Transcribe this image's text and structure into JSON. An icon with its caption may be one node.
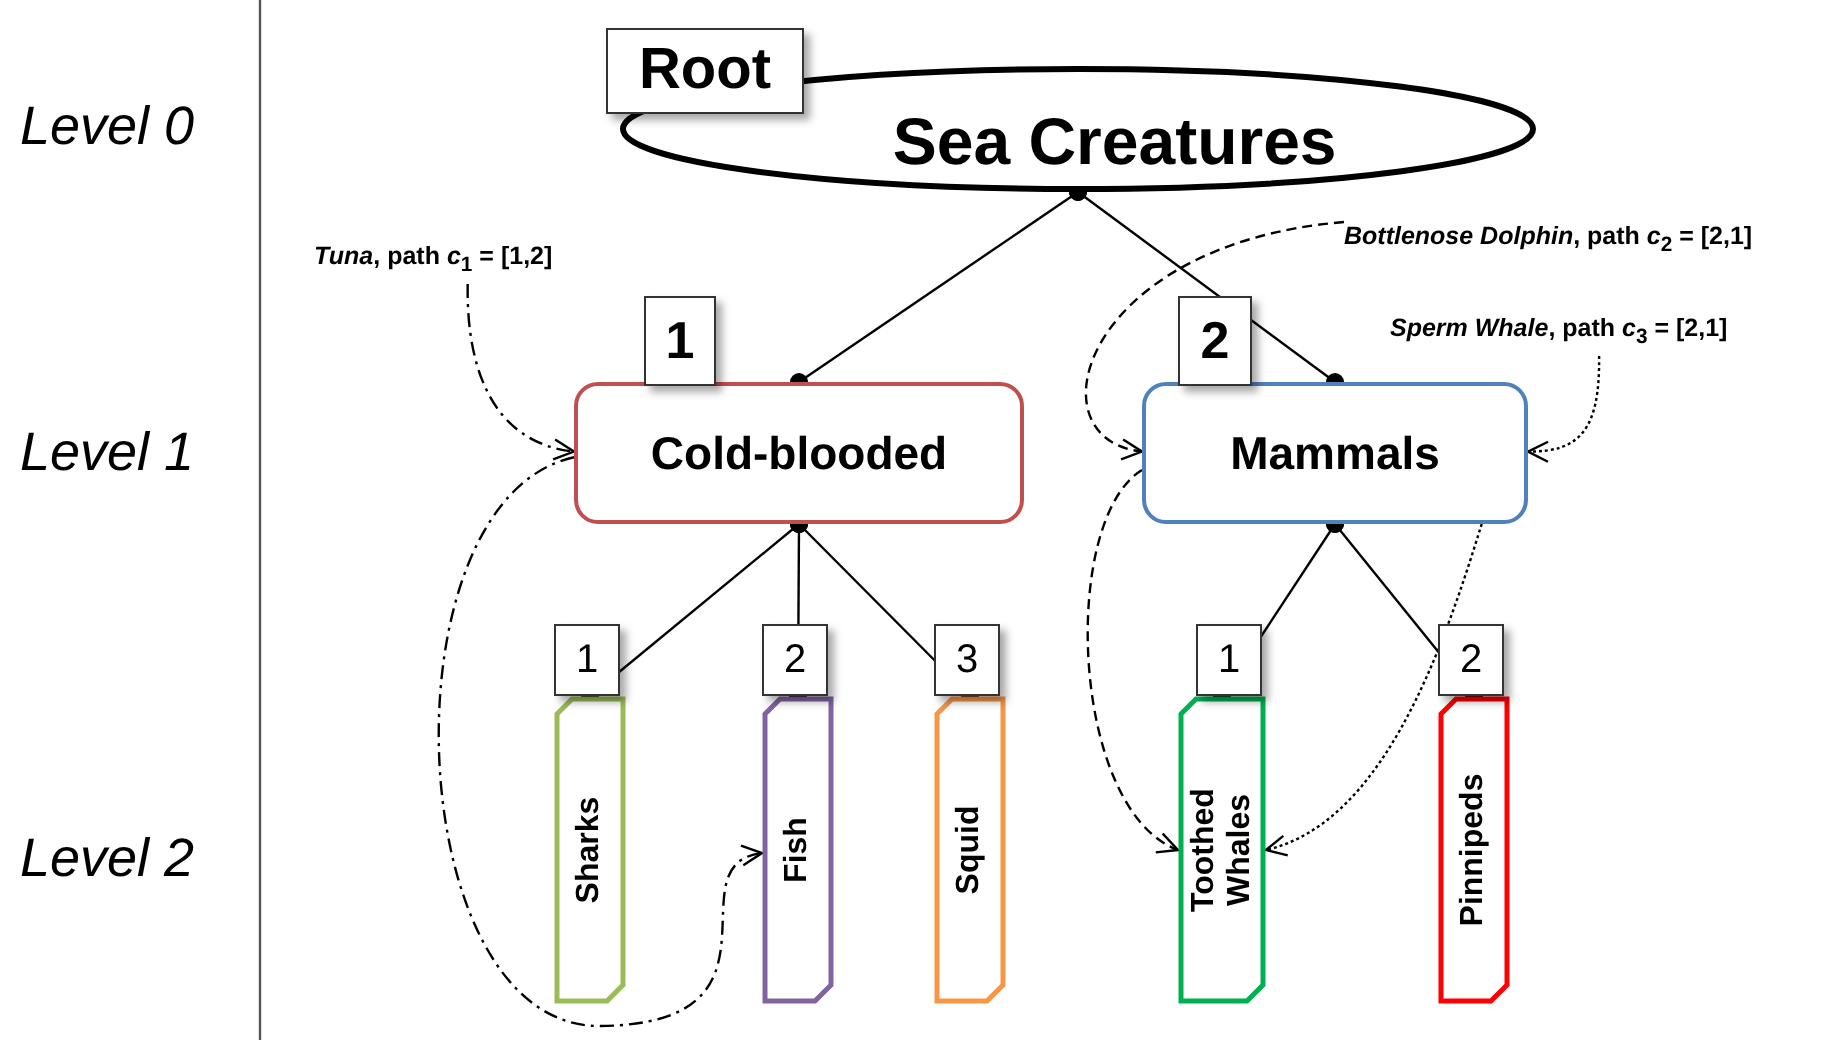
{
  "diagram": {
    "nodes": [
      {
        "text": [
          "Sea Creatures"
        ],
        "beside": [
          "Root"
        ]
      },
      {
        "text": [
          "Cold-blooded"
        ],
        "beside": [
          "1"
        ]
      },
      {
        "text": [
          "Mammals"
        ],
        "beside": [
          "2"
        ]
      },
      {
        "text": [
          "Sharks"
        ],
        "beside": [
          "1"
        ]
      },
      {
        "text": [
          "Fish"
        ],
        "beside": [
          "2"
        ]
      },
      {
        "text": [
          "Squid"
        ],
        "beside": [
          "3"
        ]
      },
      {
        "text": [
          "Toothed Whales"
        ],
        "beside": [
          "1"
        ]
      },
      {
        "text": [
          "Pinnipeds"
        ],
        "beside": [
          "2"
        ]
      },
      {
        "text": [
          "*Tuna*, path *c*$_{1}$ = [1,2]"
        ]
      },
      {
        "text": [
          "*Bottlenose Dolphin*, path *c*$_{2}$ = [2,1]"
        ]
      },
      {
        "text": [
          "*Sperm Whale*, path *c*$_{3}$ = [2,1]"
        ]
      }
    ],
    "edges": [
      {
        "from": 0,
        "to": 1,
        "arrow": "other"
      },
      {
        "from": 0,
        "to": 2,
        "arrow": "other"
      },
      {
        "from": 1,
        "to": 3,
        "arrow": "other"
      },
      {
        "from": 1,
        "to": 4,
        "arrow": "other"
      },
      {
        "from": 1,
        "to": 5,
        "arrow": "other"
      },
      {
        "from": 2,
        "to": 6,
        "arrow": "other"
      },
      {
        "from": 2,
        "to": 7,
        "arrow": "other"
      },
      {
        "from": 8,
        "to": 1,
        "arrow": "to",
        "style": "dashed"
      },
      {
        "from": 1,
        "to": 4,
        "arrow": "to",
        "style": "dashed"
      },
      {
        "from": 9,
        "to": 2,
        "arrow": "to",
        "style": "dashed"
      },
      {
        "from": 2,
        "to": 6,
        "arrow": "to",
        "style": "dashed"
      },
      {
        "from": 10,
        "to": 2,
        "arrow": "to",
        "style": "dashed"
      },
      {
        "from": 2,
        "to": 6,
        "arrow": "to",
        "style": "dashed"
      }
    ],
    "labels": [
      "Level 0",
      "Level 1",
      "Level 2"
    ]
  }
}
